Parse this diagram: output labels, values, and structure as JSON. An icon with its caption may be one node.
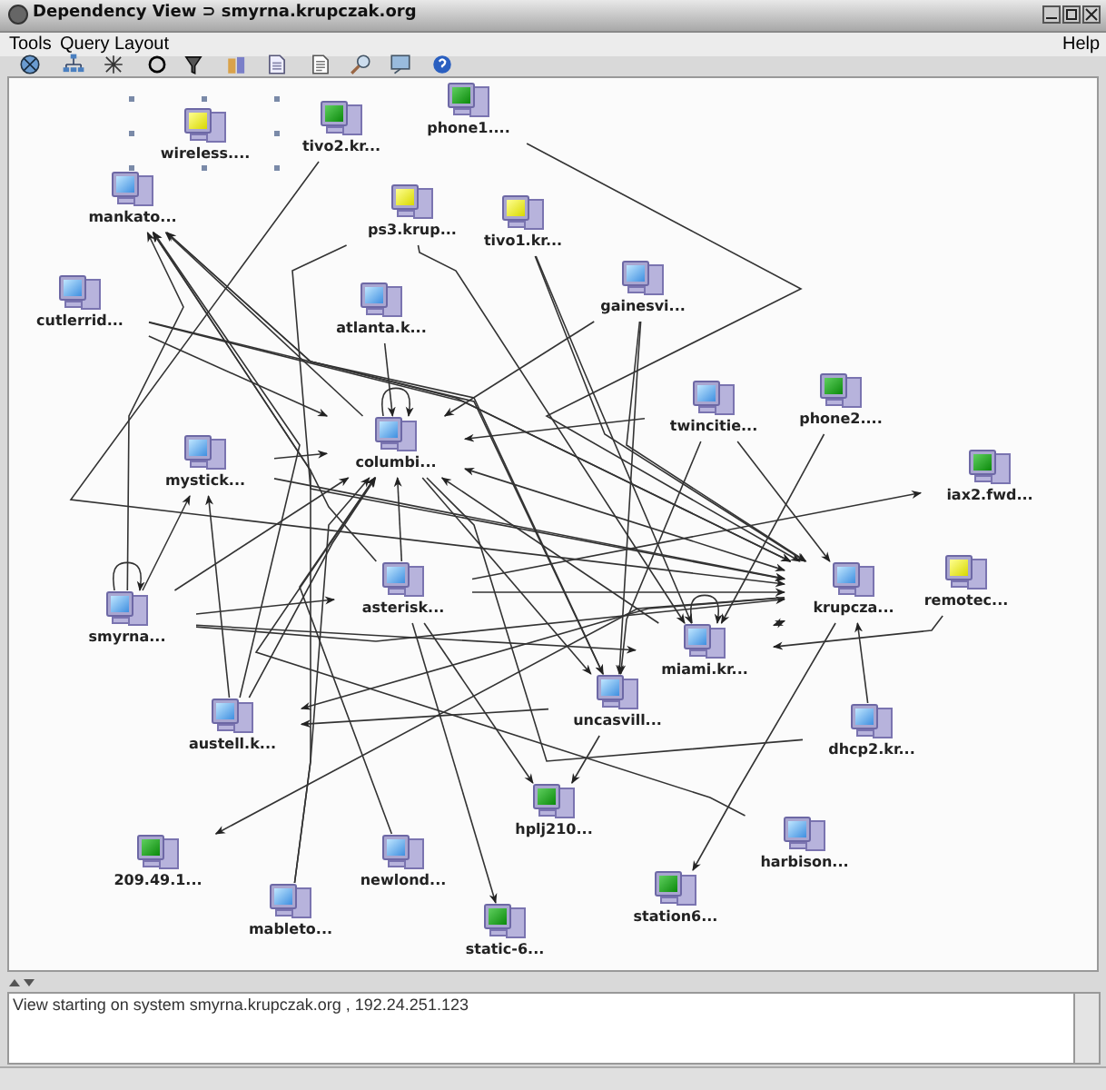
{
  "diagram": {
    "title": "Dependency View ⊃ smyrna.krupczak.org",
    "nodes": [
      {
        "text": [
          "wireless...."
        ]
      },
      {
        "text": [
          "tivo2.kr..."
        ]
      },
      {
        "text": [
          "phone1...."
        ]
      },
      {
        "text": [
          "mankato..."
        ]
      },
      {
        "text": [
          "ps3.krup..."
        ]
      },
      {
        "text": [
          "tivo1.kr..."
        ]
      },
      {
        "text": [
          "cutlerrid..."
        ]
      },
      {
        "text": [
          "atlanta.k..."
        ]
      },
      {
        "text": [
          "gainesvi..."
        ]
      },
      {
        "text": [
          "columbi..."
        ]
      },
      {
        "text": [
          "twincitie..."
        ]
      },
      {
        "text": [
          "phone2...."
        ]
      },
      {
        "text": [
          "mystick..."
        ]
      },
      {
        "text": [
          "iax2.fwd..."
        ]
      },
      {
        "text": [
          "smyrna..."
        ]
      },
      {
        "text": [
          "asterisk..."
        ]
      },
      {
        "text": [
          "remotec..."
        ]
      },
      {
        "text": [
          "krupcza..."
        ]
      },
      {
        "text": [
          "miami.kr..."
        ]
      },
      {
        "text": [
          "uncasvill..."
        ]
      },
      {
        "text": [
          "austell.k..."
        ]
      },
      {
        "text": [
          "dhcp2.kr..."
        ]
      },
      {
        "text": [
          "hplj210..."
        ]
      },
      {
        "text": [
          "harbison..."
        ]
      },
      {
        "text": [
          "209.49.1..."
        ]
      },
      {
        "text": [
          "newlond..."
        ]
      },
      {
        "text": [
          "station6..."
        ]
      },
      {
        "text": [
          "mableto..."
        ]
      },
      {
        "text": [
          "static-6..."
        ]
      }
    ],
    "edges": [
      {
        "from": 7,
        "to": 9,
        "arrow": "to"
      },
      {
        "from": 9,
        "to": 9,
        "arrow": "to"
      },
      {
        "from": 14,
        "to": 14,
        "arrow": "to"
      },
      {
        "from": 18,
        "to": 18,
        "arrow": "to"
      },
      {
        "from": 1,
        "to": 17,
        "arrow": "to"
      },
      {
        "from": 4,
        "to": 17,
        "arrow": "to"
      },
      {
        "from": 4,
        "to": 18,
        "arrow": "to"
      },
      {
        "from": 2,
        "to": 17,
        "arrow": "to"
      },
      {
        "from": 5,
        "to": 18,
        "arrow": "to"
      },
      {
        "from": 5,
        "to": 17,
        "arrow": "to"
      },
      {
        "from": 6,
        "to": 9,
        "arrow": "to"
      },
      {
        "from": 6,
        "to": 17,
        "arrow": "to"
      },
      {
        "from": 6,
        "to": 19,
        "arrow": "to"
      },
      {
        "from": 3,
        "to": 17,
        "arrow": "to"
      },
      {
        "from": 3,
        "to": 19,
        "arrow": "both"
      },
      {
        "from": 8,
        "to": 9,
        "arrow": "to"
      },
      {
        "from": 8,
        "to": 19,
        "arrow": "to"
      },
      {
        "from": 8,
        "to": 17,
        "arrow": "to"
      },
      {
        "from": 10,
        "to": 9,
        "arrow": "to"
      },
      {
        "from": 10,
        "to": 19,
        "arrow": "to"
      },
      {
        "from": 10,
        "to": 17,
        "arrow": "to"
      },
      {
        "from": 11,
        "to": 18,
        "arrow": "to"
      },
      {
        "from": 12,
        "to": 9,
        "arrow": "to"
      },
      {
        "from": 12,
        "to": 17,
        "arrow": "to"
      },
      {
        "from": 14,
        "to": 12,
        "arrow": "to"
      },
      {
        "from": 14,
        "to": 15,
        "arrow": "to"
      },
      {
        "from": 14,
        "to": 9,
        "arrow": "to"
      },
      {
        "from": 14,
        "to": 17,
        "arrow": "to"
      },
      {
        "from": 14,
        "to": 3,
        "arrow": "to"
      },
      {
        "from": 14,
        "to": 18,
        "arrow": "to"
      },
      {
        "from": 15,
        "to": 9,
        "arrow": "to"
      },
      {
        "from": 15,
        "to": 17,
        "arrow": "to"
      },
      {
        "from": 15,
        "to": 22,
        "arrow": "to"
      },
      {
        "from": 15,
        "to": 28,
        "arrow": "to"
      },
      {
        "from": 15,
        "to": 3,
        "arrow": "to"
      },
      {
        "from": 15,
        "to": 13,
        "arrow": "to"
      },
      {
        "from": 20,
        "to": 3,
        "arrow": "to"
      },
      {
        "from": 20,
        "to": 9,
        "arrow": "to"
      },
      {
        "from": 20,
        "to": 12,
        "arrow": "to"
      },
      {
        "from": 27,
        "to": 3,
        "arrow": "to"
      },
      {
        "from": 27,
        "to": 9,
        "arrow": "to"
      },
      {
        "from": 25,
        "to": 9,
        "arrow": "to"
      },
      {
        "from": 19,
        "to": 22,
        "arrow": "to"
      },
      {
        "from": 19,
        "to": 20,
        "arrow": "to"
      },
      {
        "from": 17,
        "to": 20,
        "arrow": "to"
      },
      {
        "from": 17,
        "to": 24,
        "arrow": "to"
      },
      {
        "from": 17,
        "to": 26,
        "arrow": "to"
      },
      {
        "from": 17,
        "to": 18,
        "arrow": "both"
      },
      {
        "from": 17,
        "to": 9,
        "arrow": "both"
      },
      {
        "from": 18,
        "to": 9,
        "arrow": "to"
      },
      {
        "from": 16,
        "to": 18,
        "arrow": "to"
      },
      {
        "from": 21,
        "to": 17,
        "arrow": "to"
      },
      {
        "from": 21,
        "to": 9,
        "arrow": "none"
      },
      {
        "from": 23,
        "to": 9,
        "arrow": "to"
      },
      {
        "from": 9,
        "to": 19,
        "arrow": "to"
      },
      {
        "from": 9,
        "to": 3,
        "arrow": "to"
      }
    ],
    "labels": [
      "Tools",
      "Query",
      "Layout",
      "Help",
      "View starting on system smyrna.krupczak.org , 192.24.251.123"
    ]
  }
}
